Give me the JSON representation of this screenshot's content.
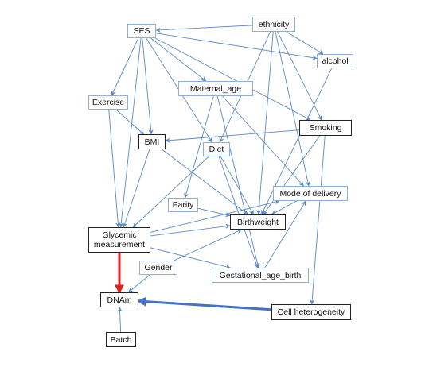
{
  "colors": {
    "edge": "#5b8ac4",
    "strong_blue": "#4472c4",
    "strong_red": "#e02020"
  },
  "nodes": {
    "ses": "SES",
    "ethnicity": "ethnicity",
    "alcohol": "alcohol",
    "exercise": "Exercise",
    "maternal_age": "Maternal_age",
    "smoking": "Smoking",
    "bmi": "BMI",
    "diet": "Diet",
    "mode_of_delivery": "Mode of delivery",
    "parity": "Parity",
    "birthweight": "Birthweight",
    "glycemic_measurement": "Glycemic\nmeasurement",
    "gender": "Gender",
    "gestational_age_birth": "Gestational_age_birth",
    "dnam": "DNAm",
    "cell_heterogeneity": "Cell heterogeneity",
    "batch": "Batch"
  },
  "edges": [
    [
      "ethnicity",
      "ses"
    ],
    [
      "ses",
      "alcohol"
    ],
    [
      "ses",
      "exercise"
    ],
    [
      "ses",
      "bmi"
    ],
    [
      "ses",
      "diet"
    ],
    [
      "ses",
      "smoking"
    ],
    [
      "ses",
      "glycemic_measurement"
    ],
    [
      "ses",
      "maternal_age"
    ],
    [
      "ethnicity",
      "alcohol"
    ],
    [
      "ethnicity",
      "smoking"
    ],
    [
      "ethnicity",
      "diet"
    ],
    [
      "ethnicity",
      "birthweight"
    ],
    [
      "ethnicity",
      "mode_of_delivery"
    ],
    [
      "alcohol",
      "birthweight"
    ],
    [
      "exercise",
      "bmi"
    ],
    [
      "exercise",
      "glycemic_measurement"
    ],
    [
      "maternal_age",
      "parity"
    ],
    [
      "maternal_age",
      "mode_of_delivery"
    ],
    [
      "maternal_age",
      "gestational_age_birth"
    ],
    [
      "smoking",
      "bmi"
    ],
    [
      "smoking",
      "birthweight"
    ],
    [
      "smoking",
      "cell_heterogeneity"
    ],
    [
      "bmi",
      "glycemic_measurement"
    ],
    [
      "bmi",
      "birthweight"
    ],
    [
      "diet",
      "glycemic_measurement"
    ],
    [
      "diet",
      "birthweight"
    ],
    [
      "diet",
      "gestational_age_birth"
    ],
    [
      "parity",
      "birthweight"
    ],
    [
      "mode_of_delivery",
      "birthweight"
    ],
    [
      "glycemic_measurement",
      "mode_of_delivery"
    ],
    [
      "glycemic_measurement",
      "birthweight"
    ],
    [
      "glycemic_measurement",
      "gestational_age_birth"
    ],
    [
      "gender",
      "birthweight"
    ],
    [
      "gestational_age_birth",
      "mode_of_delivery"
    ],
    [
      "batch",
      "dnam"
    ],
    [
      "gender",
      "dnam"
    ]
  ],
  "strong_edges": [
    {
      "from": "glycemic_measurement",
      "to": "dnam",
      "color": "red"
    },
    {
      "from": "cell_heterogeneity",
      "to": "dnam",
      "color": "blue"
    }
  ]
}
